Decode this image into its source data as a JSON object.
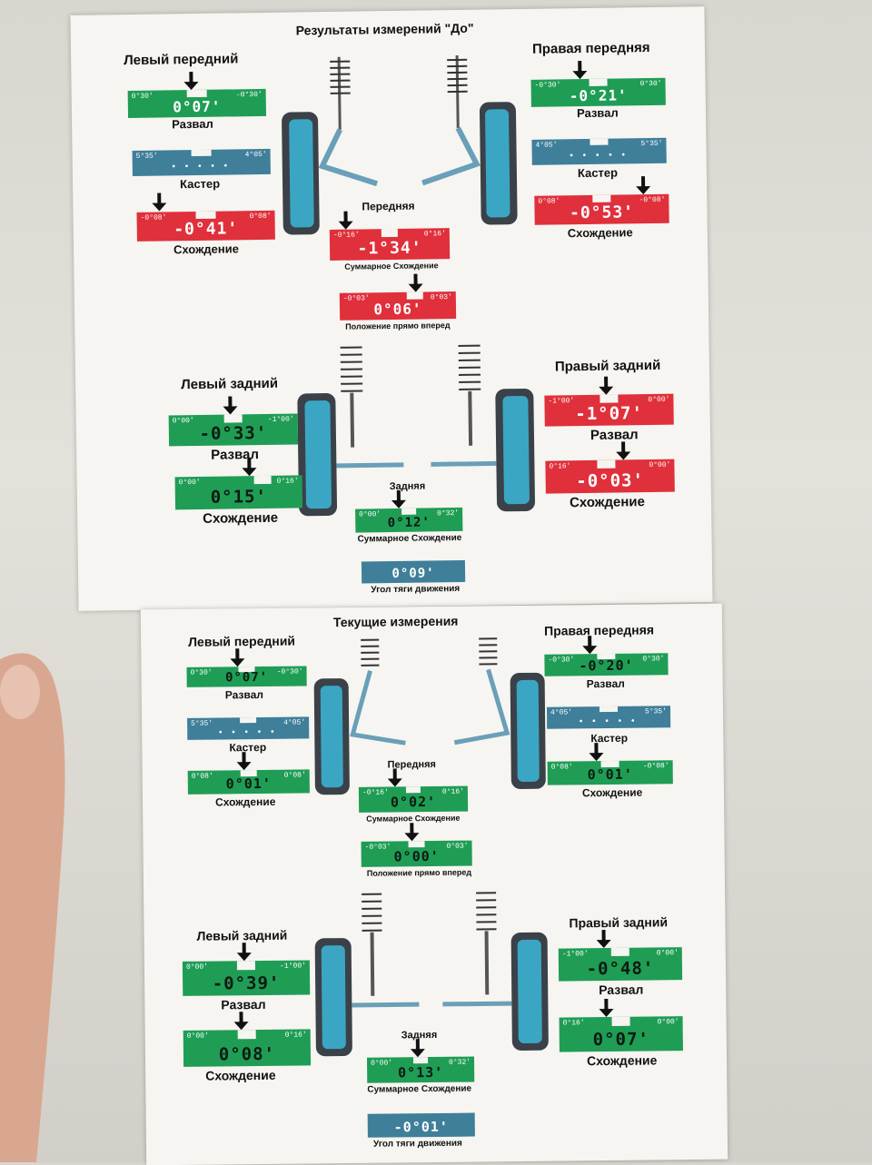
{
  "before": {
    "title": "Результаты измерений \"До\"",
    "left_front": "Левый передний",
    "right_front": "Правая передняя",
    "left_rear": "Левый задний",
    "right_rear": "Правый задний",
    "front_label": "Передняя",
    "rear_label": "Задняя",
    "lf_camber": {
      "l": "0°30'",
      "r": "-0°30'",
      "v": "0°07'",
      "cap": "Развал"
    },
    "lf_caster": {
      "l": "5°35'",
      "r": "4°05'",
      "cap": "Кастер"
    },
    "lf_toe": {
      "l": "-0°08'",
      "r": "0°08'",
      "v": "-0°41'",
      "cap": "Схождение"
    },
    "rf_camber": {
      "l": "-0°30'",
      "r": "0°30'",
      "v": "-0°21'",
      "cap": "Развал"
    },
    "rf_caster": {
      "l": "4°05'",
      "r": "5°35'",
      "cap": "Кастер"
    },
    "rf_toe": {
      "l": "0°08'",
      "r": "-0°08'",
      "v": "-0°53'",
      "cap": "Схождение"
    },
    "front_total": {
      "l": "-0°16'",
      "r": "0°16'",
      "v": "-1°34'",
      "cap": "Суммарное Схождение"
    },
    "straight": {
      "l": "-0°03'",
      "r": "0°03'",
      "v": "0°06'",
      "cap": "Положение прямо вперед"
    },
    "lr_camber": {
      "l": "0°00'",
      "r": "-1°00'",
      "v": "-0°33'",
      "cap": "Развал"
    },
    "lr_toe": {
      "l": "0°00'",
      "r": "0°16'",
      "v": "0°15'",
      "cap": "Схождение"
    },
    "rr_camber": {
      "l": "-1°00'",
      "r": "0°00'",
      "v": "-1°07'",
      "cap": "Развал"
    },
    "rr_toe": {
      "l": "0°16'",
      "r": "0°00'",
      "v": "-0°03'",
      "cap": "Схождение"
    },
    "rear_total": {
      "l": "0°00'",
      "r": "0°32'",
      "v": "0°12'",
      "cap": "Суммарное Схождение"
    },
    "thrust": {
      "v": "0°09'",
      "cap": "Угол тяги движения"
    }
  },
  "current": {
    "title": "Текущие измерения",
    "left_front": "Левый передний",
    "right_front": "Правая передняя",
    "left_rear": "Левый задний",
    "right_rear": "Правый задний",
    "front_label": "Передняя",
    "rear_label": "Задняя",
    "lf_camber": {
      "l": "0°30'",
      "r": "-0°30'",
      "v": "0°07'",
      "cap": "Развал"
    },
    "lf_caster": {
      "l": "5°35'",
      "r": "4°05'",
      "cap": "Кастер"
    },
    "lf_toe": {
      "l": "0°08'",
      "r": "0°08'",
      "v": "0°01'",
      "cap": "Схождение"
    },
    "rf_camber": {
      "l": "-0°30'",
      "r": "0°30'",
      "v": "-0°20'",
      "cap": "Развал"
    },
    "rf_caster": {
      "l": "4°05'",
      "r": "5°35'",
      "cap": "Кастер"
    },
    "rf_toe": {
      "l": "0°08'",
      "r": "-0°08'",
      "v": "0°01'",
      "cap": "Схождение"
    },
    "front_total": {
      "l": "-0°16'",
      "r": "0°16'",
      "v": "0°02'",
      "cap": "Суммарное Схождение"
    },
    "straight": {
      "l": "-0°03'",
      "r": "0°03'",
      "v": "0°00'",
      "cap": "Положение прямо вперед"
    },
    "lr_camber": {
      "l": "0°00'",
      "r": "-1°00'",
      "v": "-0°39'",
      "cap": "Развал"
    },
    "lr_toe": {
      "l": "0°00'",
      "r": "0°16'",
      "v": "0°08'",
      "cap": "Схождение"
    },
    "rr_camber": {
      "l": "-1°00'",
      "r": "0°00'",
      "v": "-0°48'",
      "cap": "Развал"
    },
    "rr_toe": {
      "l": "0°16'",
      "r": "0°00'",
      "v": "0°07'",
      "cap": "Схождение"
    },
    "rear_total": {
      "l": "0°00'",
      "r": "0°32'",
      "v": "0°13'",
      "cap": "Суммарное Схождение"
    },
    "thrust": {
      "v": "-0°01'",
      "cap": "Угол тяги движения"
    }
  },
  "colors": {
    "green": "#1f9d55",
    "red": "#e0303c",
    "blue": "#3f7f9a",
    "wheel": "#3aa6c4"
  }
}
